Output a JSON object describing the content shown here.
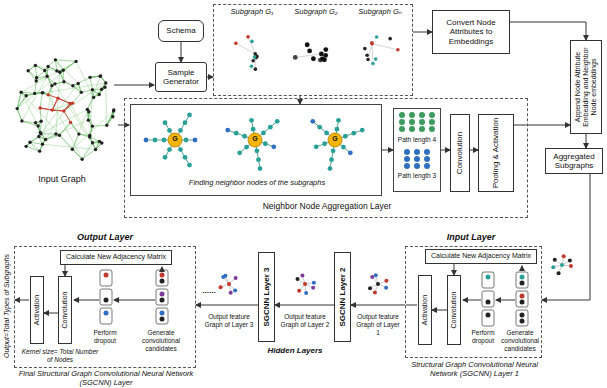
{
  "diagram": {
    "nodes": [
      {
        "text": [
          "Schema"
        ]
      },
      {
        "text": [
          "Sample Generator"
        ]
      },
      {
        "text": [
          "Subgraph G₁",
          "Subgraph G₂",
          "Subgraph Gₙ"
        ]
      },
      {
        "text": [
          "Convert Node Attributes to Embeddings"
        ]
      },
      {
        "text": [
          "Append Node Attribute Embedding and Neighbor Node embeddings"
        ]
      },
      {
        "text": [
          "Aggregated Subgraphs"
        ]
      },
      {
        "text": [
          "Neighbor Node Aggregation Layer"
        ]
      },
      {
        "text": [
          "Finding neighbor nodes of the subgraphs"
        ],
        "in": 6
      },
      {
        "text": [
          "Path length 4",
          "Path length 3"
        ],
        "in": 6
      },
      {
        "text": [
          "Convolution"
        ],
        "in": 6
      },
      {
        "text": [
          "Pooling & Activation"
        ],
        "in": 6
      },
      {
        "text": [
          "Input Layer",
          "Structural Graph Convolutional Neural Network (SGCNN) Layer 1"
        ]
      },
      {
        "text": [
          "Calculate New Adjacency Matrix"
        ],
        "in": 11
      },
      {
        "text": [
          "Activation"
        ],
        "in": 11
      },
      {
        "text": [
          "Convolution"
        ],
        "in": 11
      },
      {
        "text": [
          "SGCNN Layer 2"
        ]
      },
      {
        "text": [
          "SGCNN Layer 3"
        ]
      },
      {
        "text": [
          "Output Layer",
          "Final Structural Graph Convolutional Neural Network (SGCNN) Layer"
        ]
      },
      {
        "text": [
          "Calculate New Adjacency Matrix"
        ],
        "in": 17
      },
      {
        "text": [
          "Convolution"
        ],
        "in": 17
      },
      {
        "text": [
          "Activation"
        ],
        "in": 17
      }
    ],
    "edges": [
      {
        "from": 0,
        "to": 1,
        "arrow": "to"
      },
      {
        "from": 1,
        "to": 2,
        "arrow": "to"
      },
      {
        "from": 2,
        "to": 3,
        "arrow": "to"
      },
      {
        "from": 3,
        "to": 4,
        "arrow": "to"
      },
      {
        "from": 10,
        "to": 4,
        "arrow": "to"
      },
      {
        "from": 4,
        "to": 5,
        "arrow": "to"
      },
      {
        "from": 2,
        "to": 7,
        "arrow": "to"
      },
      {
        "from": 7,
        "to": 8,
        "arrow": "to"
      },
      {
        "from": 8,
        "to": 9,
        "arrow": "to"
      },
      {
        "from": 9,
        "to": 10,
        "arrow": "to"
      },
      {
        "from": 5,
        "to": 11,
        "arrow": "to"
      },
      {
        "from": 12,
        "to": 14,
        "arrow": "to"
      },
      {
        "from": 14,
        "to": 13,
        "arrow": "to"
      },
      {
        "from": 11,
        "to": 15,
        "arrow": "to"
      },
      {
        "from": 15,
        "to": 16,
        "arrow": "to"
      },
      {
        "from": 16,
        "to": 17,
        "arrow": "to"
      },
      {
        "from": 18,
        "to": 19,
        "arrow": "to"
      },
      {
        "from": 19,
        "to": 20,
        "arrow": "to"
      }
    ],
    "labels": [
      "Input Graph",
      "G",
      "G",
      "G",
      "Perform dropout",
      "Generate convolutional candidates",
      "Output feature Graph of Layer 1",
      "Output feature Graph of Layer 2",
      "Output feature Graph of Layer 3",
      "Hidden Layers",
      "......",
      "Perform dropout",
      "Generate convolutional candidates",
      "Kernel size= Total Number of Nodes",
      "Output=Total Types of Subgraphs"
    ]
  }
}
